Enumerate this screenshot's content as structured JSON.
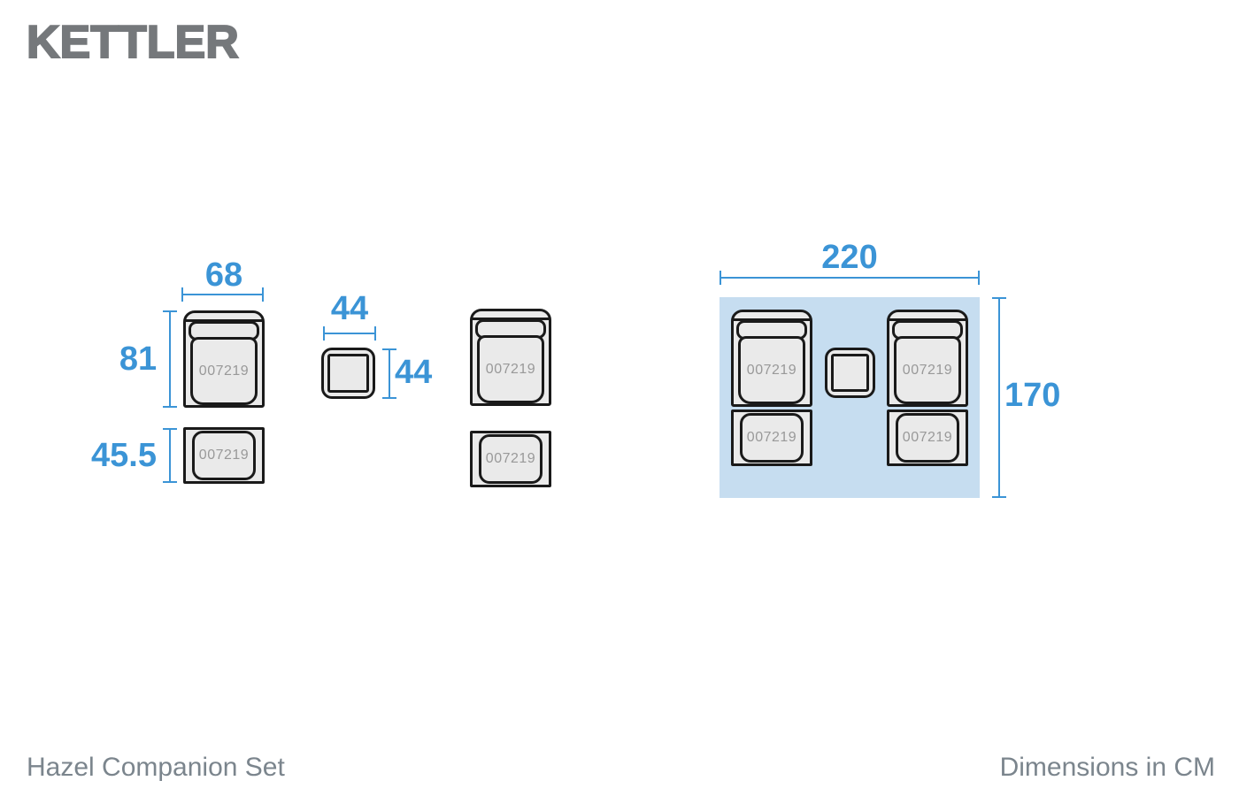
{
  "brand": {
    "logo_text": "KETTLER"
  },
  "footer": {
    "product_name": "Hazel Companion Set",
    "units_label": "Dimensions in CM"
  },
  "item_code": "007219",
  "dimensions_cm": {
    "chair_width": "68",
    "chair_depth": "81",
    "footstool_depth": "45.5",
    "table_width": "44",
    "table_depth": "44",
    "set_width": "220",
    "set_depth": "170"
  },
  "colors": {
    "dimension_blue": "#3b94d6",
    "plan_area_blue": "#c6ddf0",
    "furniture_fill": "#eaeaea",
    "furniture_outline": "#1a1a1a",
    "item_code_gray": "#999999",
    "logo_gray": "#75787b",
    "caption_gray": "#7b858d"
  }
}
